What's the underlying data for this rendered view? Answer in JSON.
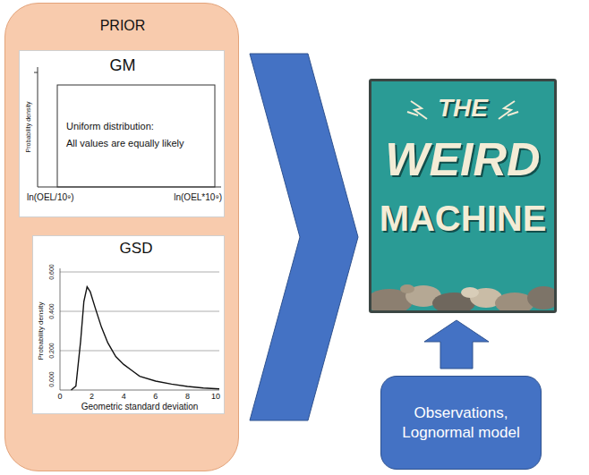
{
  "diagram": {
    "nodes": [
      {
        "text": [
          "PRIOR"
        ]
      },
      {
        "text": [
          "GM"
        ],
        "in": 0
      },
      {
        "text": [
          "GSD"
        ],
        "in": 0
      },
      {
        "text": [
          "THE",
          "WEIRD",
          "MACHINE"
        ]
      },
      {
        "text": [
          "Observations, Lognormal model"
        ]
      }
    ],
    "edges": [
      {
        "from": 0,
        "to": 3,
        "arrow": "to"
      },
      {
        "from": 4,
        "to": 3,
        "arrow": "to"
      }
    ],
    "labels": [
      "Probability density",
      "Uniform distribution:",
      "All values are equally likely",
      "ln(OEL/10⁹)",
      "ln(OEL*10⁹)",
      "0.600",
      "0.400",
      "0.200",
      "0.000",
      "Probability density",
      "0",
      "2",
      "4",
      "6",
      "8",
      "10",
      "Geometric standard deviation"
    ]
  }
}
